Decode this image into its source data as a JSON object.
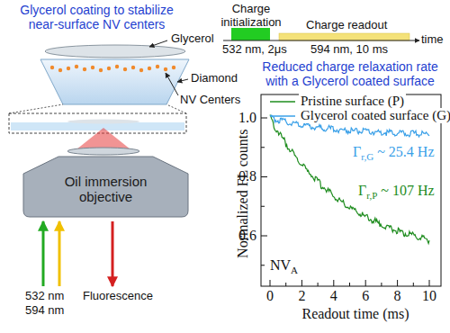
{
  "diagram": {
    "title": "Glycerol coating to stabilize near-surface NV centers",
    "nodes": [
      {
        "text": [
          "Oil immersion objective"
        ]
      }
    ],
    "labels": [
      "Glycerol",
      "Diamond",
      "NV Centers",
      "532 nm",
      "594 nm",
      "Fluorescence",
      "Charge initialization",
      "532 nm, 2μs",
      "Charge readout",
      "594 nm, 10 ms",
      "time",
      "Reduced charge relaxation rate with a Glycerol coated surface",
      "Γ",
      "r,G",
      "~ 25.4 Hz",
      "Γ",
      "r,P",
      "~ 107 Hz",
      "NV",
      "A",
      "1.0",
      "0.8",
      "0.6",
      "0",
      "2",
      "4",
      "6",
      "8",
      "10",
      "Normalized FL counts",
      "Readout time (ms)"
    ],
    "legend": [
      {
        "text": "Pristine surface (P)"
      },
      {
        "text": "Glycerol coated surface (G)"
      }
    ]
  }
}
